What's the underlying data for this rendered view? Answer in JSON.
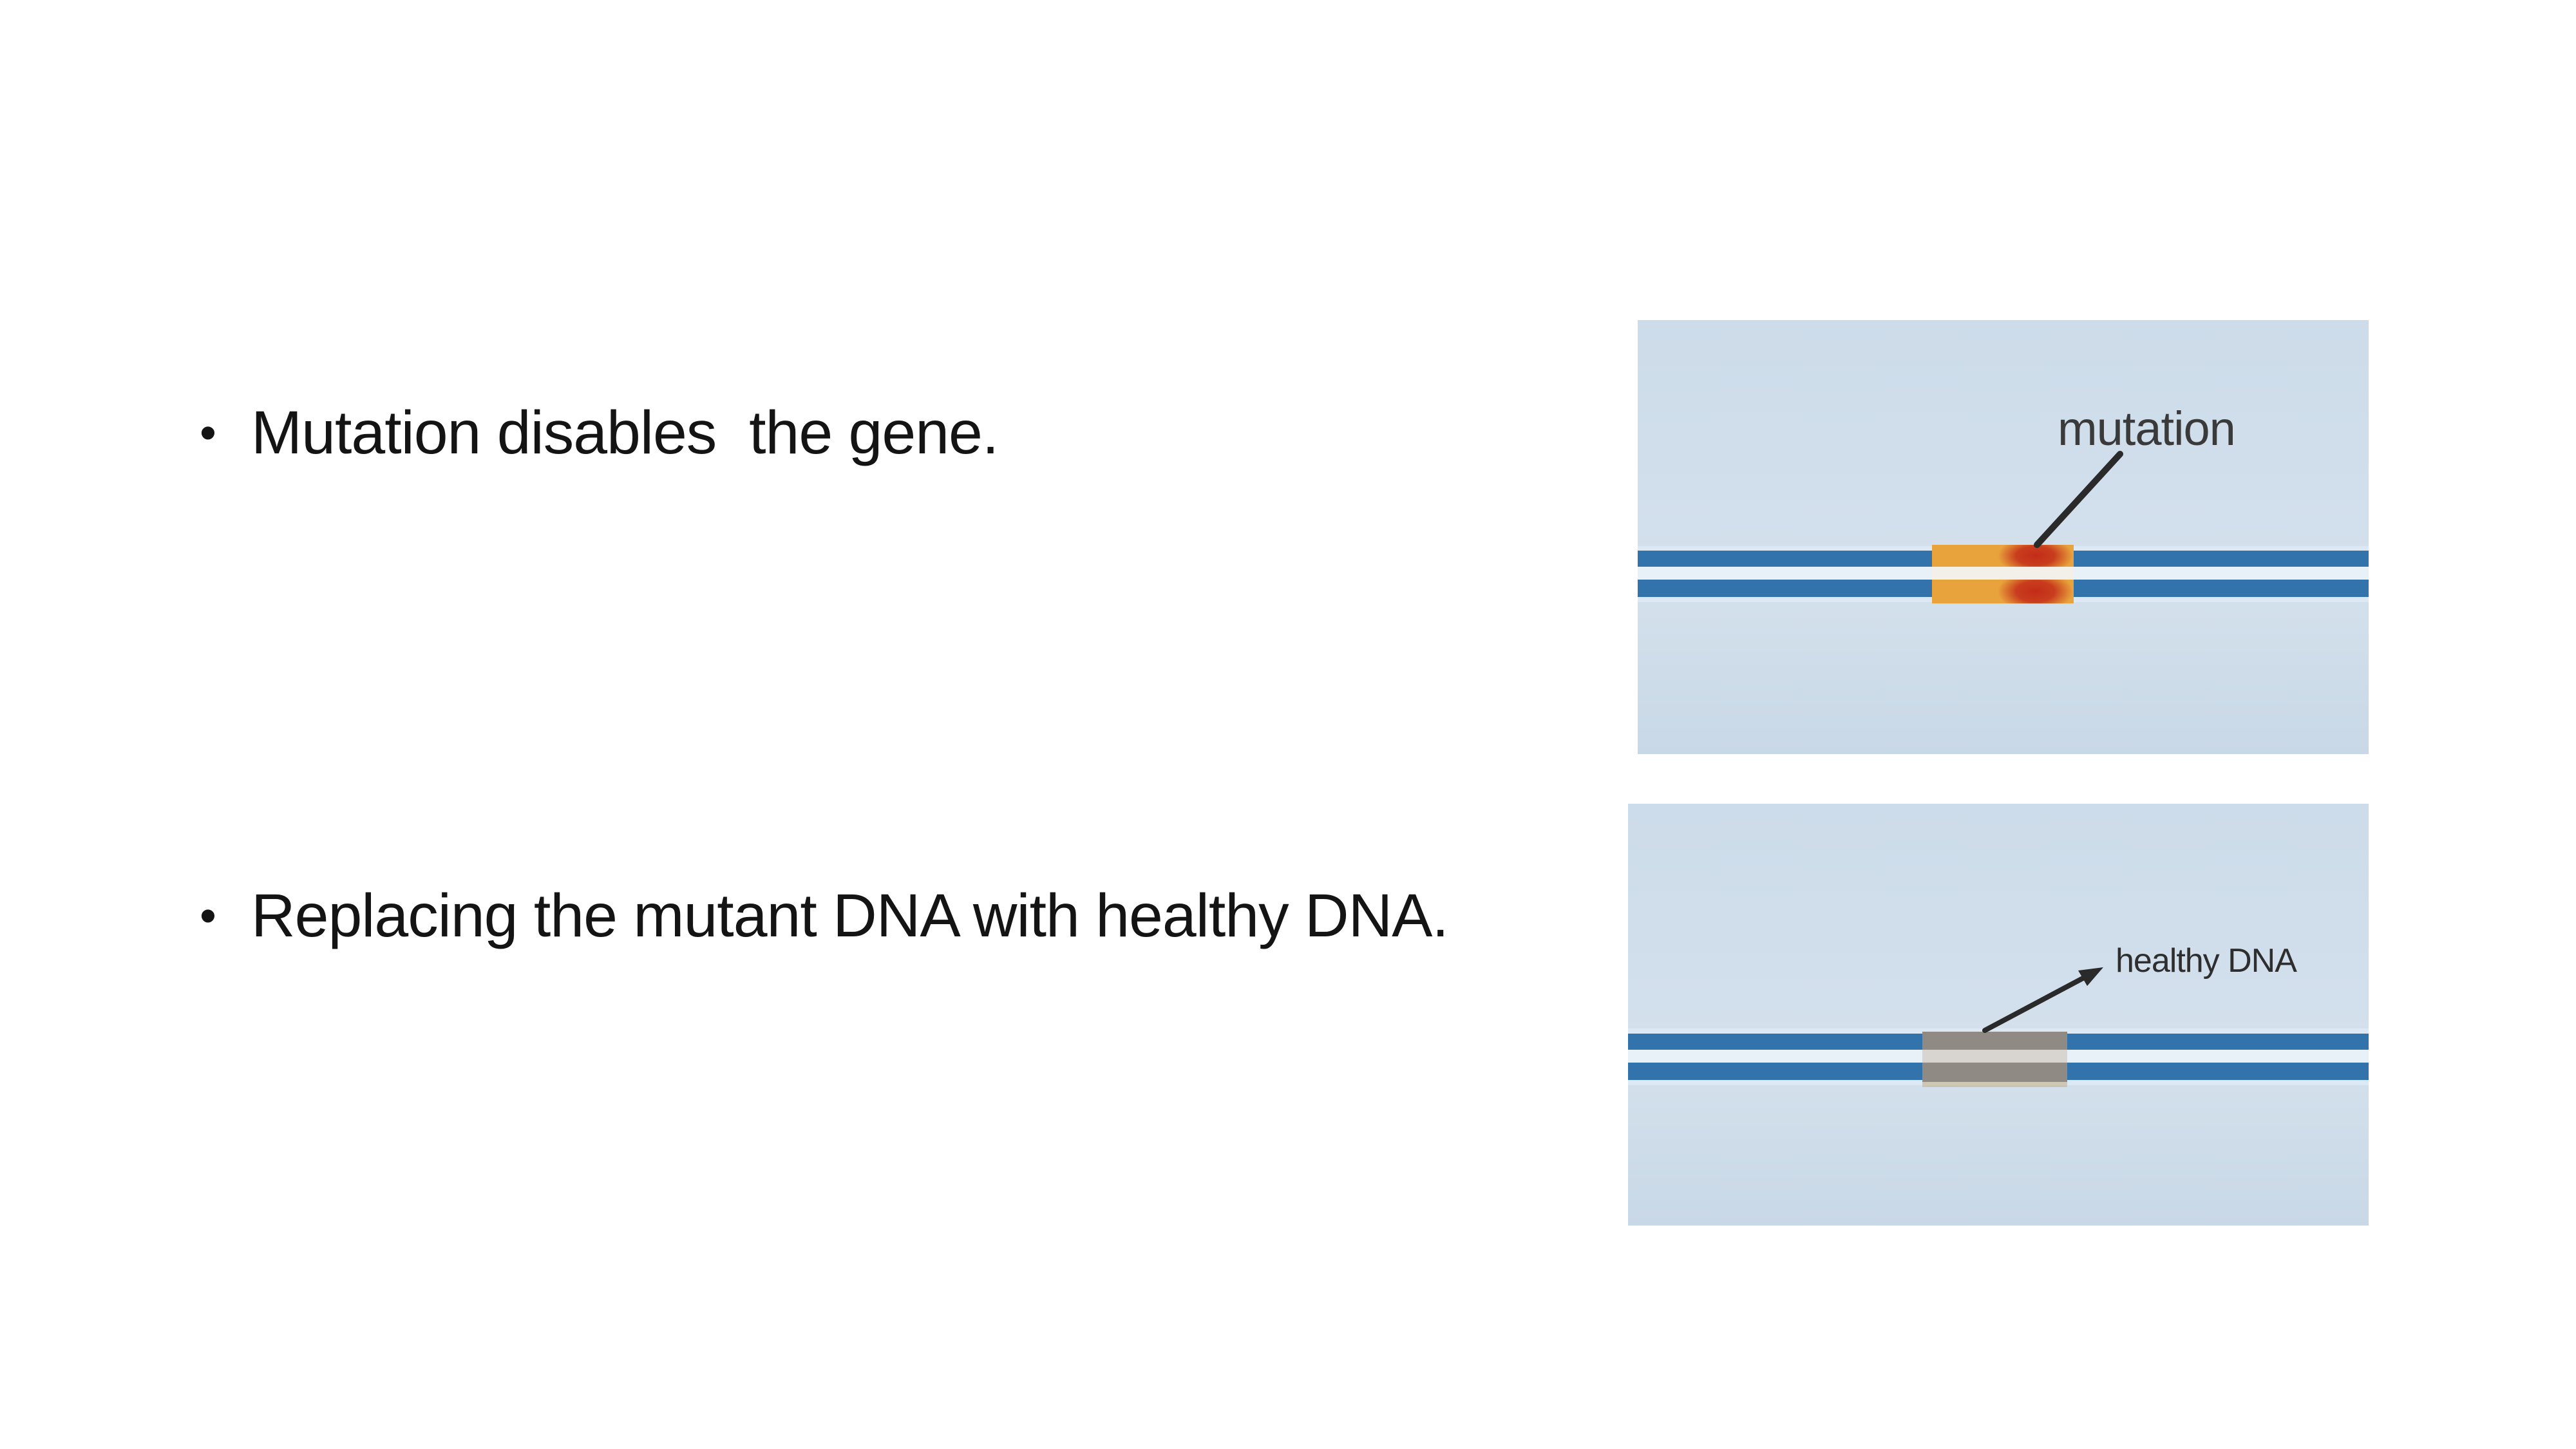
{
  "slide": {
    "bullet_marker": "•",
    "bullets": [
      {
        "text": "Mutation disables  the gene."
      },
      {
        "text": "Replacing the mutant DNA with healthy DNA."
      }
    ]
  },
  "diagrams": [
    {
      "name": "mutation-diagram",
      "label": "mutation"
    },
    {
      "name": "healthy-dna-diagram",
      "label": "healthy DNA"
    }
  ],
  "colors": {
    "page-bg": "#ffffff",
    "text": "#141414",
    "panel-bg": "#cddcea",
    "panel-bg-deep": "#c9d8e7",
    "dna-blue": "#3273ab",
    "dna-halo": "#dce9f4",
    "dna-gap-light": "#e8f1f8",
    "mutant-orange": "#e8a33c",
    "mutant-red": "#c32c18",
    "mutant-gap": "#f2f0e9",
    "healthy-gray": "#8f8a83",
    "healthy-gray-gap": "#d8d5d1",
    "healthy-tan": "#c9bb9d",
    "label-text": "#3a3a3a",
    "pointer-dark": "#2a2a2a"
  }
}
